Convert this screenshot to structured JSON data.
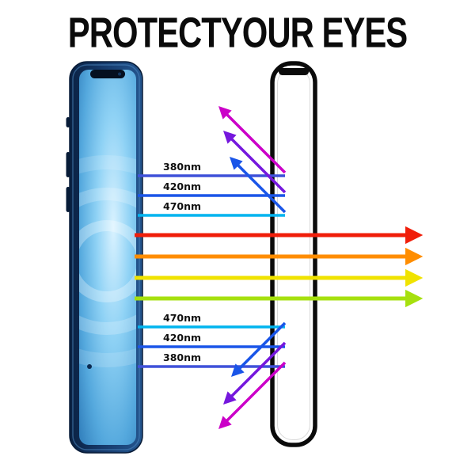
{
  "title": "PROTECTYOUR EYES",
  "labels": {
    "top": [
      "380nm",
      "420nm",
      "470nm"
    ],
    "bottom": [
      "470nm",
      "420nm",
      "380nm"
    ]
  },
  "colors": {
    "red": "#f01e0a",
    "orange": "#ff8d00",
    "yellow": "#f0e300",
    "green": "#a6e00e",
    "magenta": "#cb00c8",
    "violet": "#7517dd",
    "blue": "#1a55e8",
    "cyan": "#00b4ef",
    "indigo": "#3f51d9",
    "phone_body_dark": "#0d2b52",
    "phone_body_light": "#1d4a80",
    "protector_border": "#0b0b0b"
  }
}
